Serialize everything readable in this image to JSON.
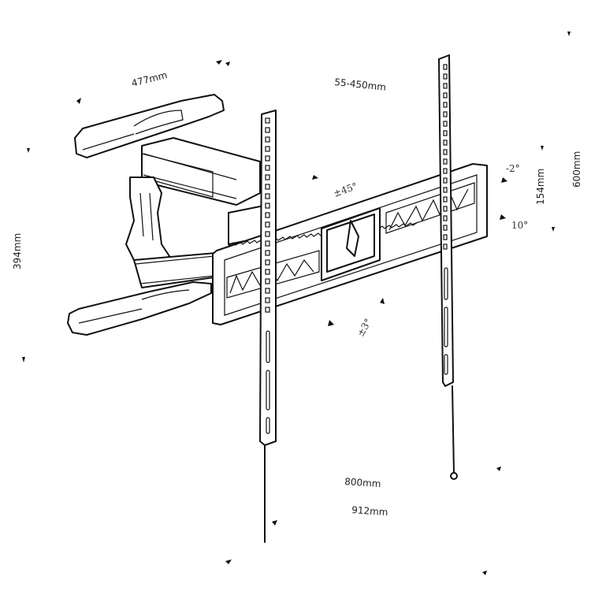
{
  "diagram": {
    "dimensions": {
      "arm_width": "477mm",
      "extension": "55-450mm",
      "tilt_up": "-2°",
      "tilt_down": "10°",
      "vertical_adjust": "154mm",
      "max_height": "600mm",
      "wall_plate_height": "394mm",
      "swivel": "±45°",
      "rotation": "±3°",
      "vesa_width": "800mm",
      "total_width": "912mm"
    }
  }
}
